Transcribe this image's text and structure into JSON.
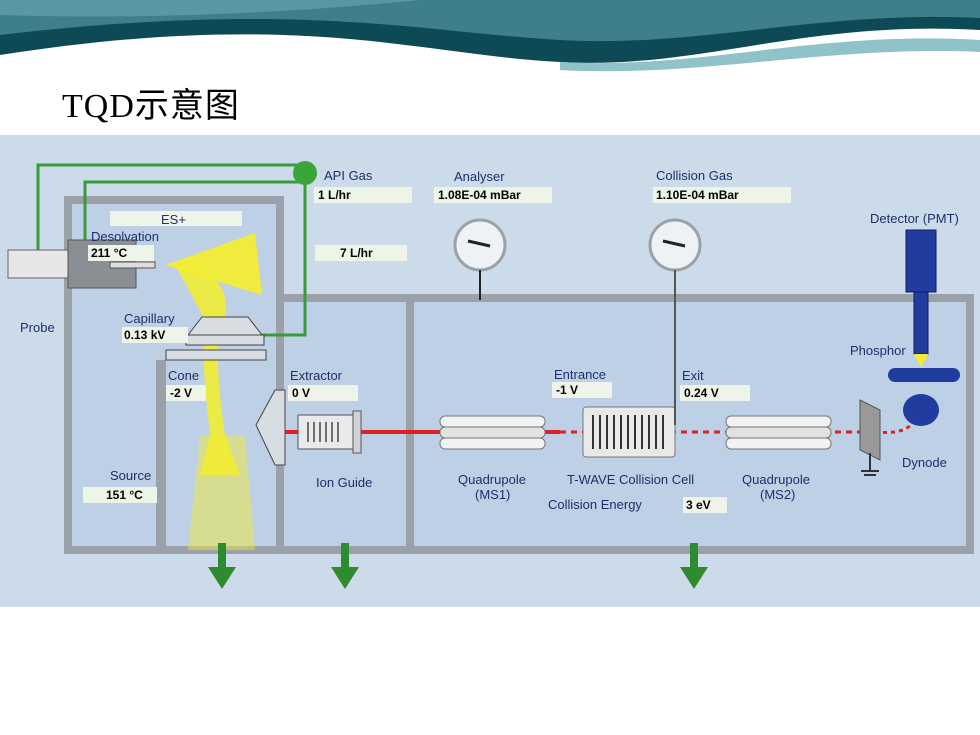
{
  "slide": {
    "title": "TQD示意图"
  },
  "colors": {
    "background": "#ccdbe9",
    "chamber_wall": "#9aa1a8",
    "chamber_fill": "#bdd0e6",
    "gas_line": "#3a9a3a",
    "ion_beam": "#e02020",
    "arrow": "#2e8b2e",
    "detector": "#1f3c9e",
    "spray": "#f4ee2a",
    "banner_dark": "#0e4a56",
    "banner_light": "#8fc3c9"
  },
  "labels": {
    "probe": "Probe",
    "api_gas": "API Gas",
    "api_gas_value": "1 L/hr",
    "analyser": "Analyser",
    "analyser_value": "1.08E-04 mBar",
    "collision_gas": "Collision Gas",
    "collision_gas_value": "1.10E-04 mBar",
    "detector": "Detector (PMT)",
    "mode": "ES+",
    "desolvation": "Desolvation",
    "desolvation_value": "211 °C",
    "desolvation_gas_value": "7 L/hr",
    "capillary": "Capillary",
    "capillary_value": "0.13 kV",
    "cone": "Cone",
    "cone_value": "-2 V",
    "extractor": "Extractor",
    "extractor_value": "0 V",
    "entrance": "Entrance",
    "entrance_value": "-1 V",
    "exit": "Exit",
    "exit_value": "0.24 V",
    "phosphor": "Phosphor",
    "dynode": "Dynode",
    "source": "Source",
    "source_value": "151 °C",
    "ion_guide": "Ion Guide",
    "quadrupole1_line1": "Quadrupole",
    "quadrupole1_line2": "(MS1)",
    "tcell": "T-WAVE Collision Cell",
    "collision_energy": "Collision Energy",
    "collision_energy_value": "3 eV",
    "quadrupole2_line1": "Quadrupole",
    "quadrupole2_line2": "(MS2)"
  }
}
